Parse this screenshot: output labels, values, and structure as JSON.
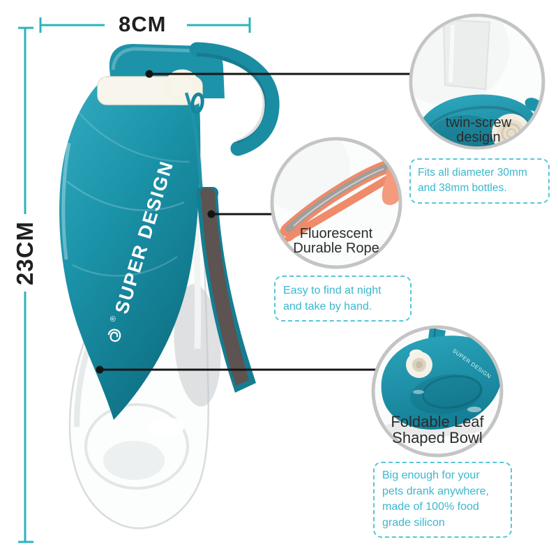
{
  "dimensions": {
    "width_label": "8CM",
    "height_label": "23CM"
  },
  "product": {
    "brand": "SUPER DESIGN",
    "brand_mark": "®"
  },
  "callouts": {
    "twin_screw": {
      "caption_line1": "twin-screw",
      "caption_line2": "desigin",
      "note": "Fits all diameter 30mm and 38mm bottles."
    },
    "rope": {
      "caption_line1": "Fluorescent",
      "caption_line2": "Durable Rope",
      "note": "Easy to find at night and take  by hand."
    },
    "bowl": {
      "caption_line1": "Foldable Leaf",
      "caption_line2": "Shaped Bowl",
      "note": "Big enough for your pets drank anywhere, made of 100% food grade silicon"
    }
  },
  "colors": {
    "leaf_teal": "#1b93a9",
    "dimension_line": "#2cb3bd",
    "note_text": "#3bb7cd",
    "note_border": "#58c6d6",
    "caption_text": "#2b2b2b",
    "rope_orange": "#ef8a6a",
    "wrist_rope_gray": "#5d5350",
    "circle_border": "#c4c4c4",
    "callout_line": "#151515"
  }
}
